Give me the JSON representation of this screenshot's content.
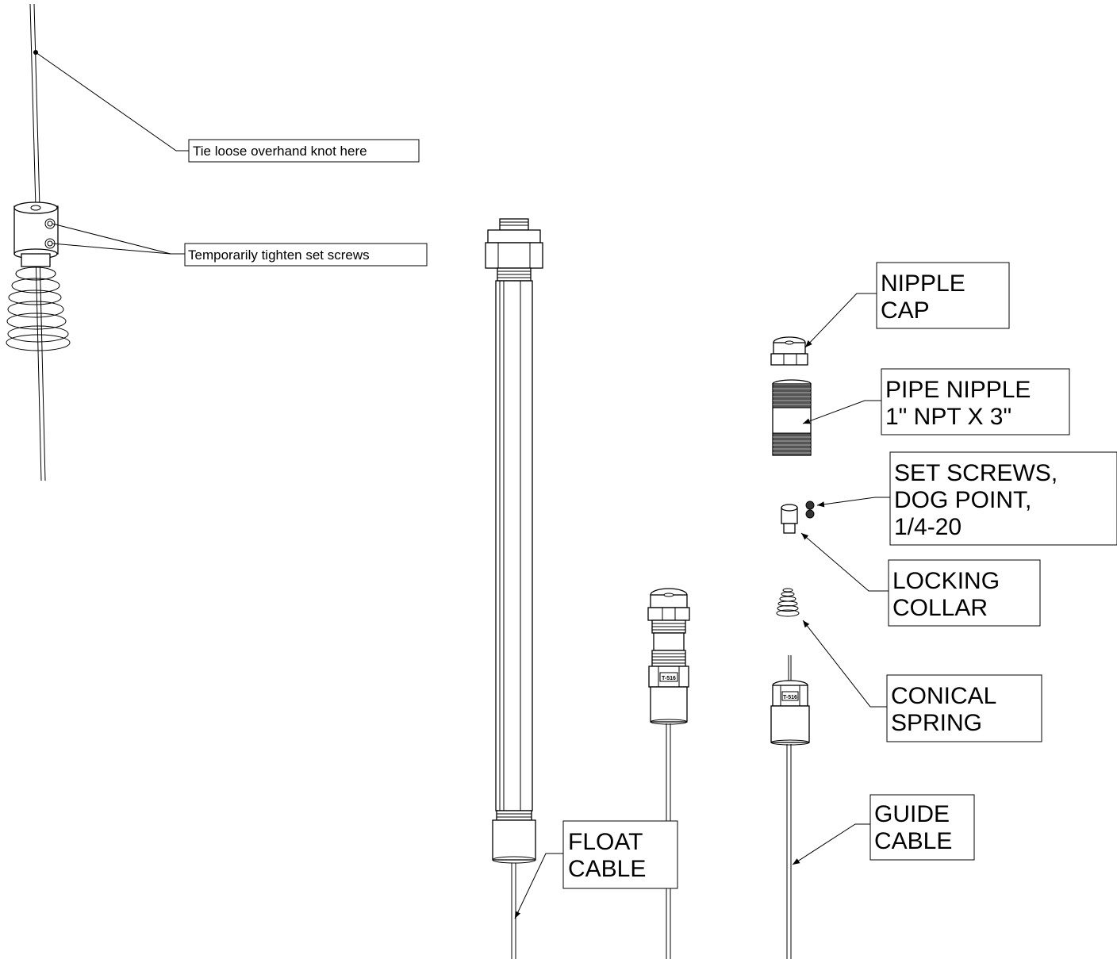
{
  "callouts": {
    "knot": "Tie loose overhand knot here",
    "set_screws_tighten": "Temporarily tighten set screws",
    "nipple_cap": [
      "NIPPLE",
      "CAP"
    ],
    "pipe_nipple": [
      "PIPE NIPPLE",
      "1\" NPT X 3\""
    ],
    "set_screws": [
      "SET SCREWS,",
      "DOG POINT,",
      "1/4-20"
    ],
    "locking_collar": [
      "LOCKING",
      "COLLAR"
    ],
    "conical_spring": [
      "CONICAL",
      "SPRING"
    ],
    "float_cable": [
      "FLOAT",
      "CABLE"
    ],
    "guide_cable": [
      "GUIDE",
      "CABLE"
    ]
  },
  "part_marks": {
    "adapter_mark": "T-516"
  }
}
